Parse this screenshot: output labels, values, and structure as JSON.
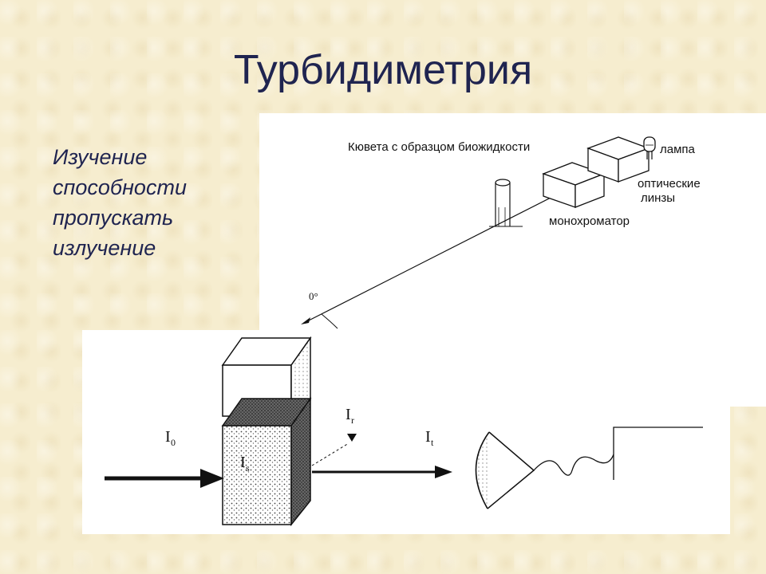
{
  "slide": {
    "title": "Турбидиметрия",
    "caption_lines": [
      "Изучение",
      "способности",
      "пропускать",
      "излучение"
    ]
  },
  "top_figure": {
    "cuvette_label": "Кювета с образцом биожидкости",
    "lamp_label": "лампа",
    "lens_label_line1": "оптические",
    "lens_label_line2": "линзы",
    "monochromator_label": "монохроматор",
    "angle_label": "0°"
  },
  "bottom_figure": {
    "incident_label": "I",
    "incident_sub": "0",
    "reflected_label": "I",
    "reflected_sub": "r",
    "transmitted_label": "I",
    "transmitted_sub": "t",
    "scattered_label": "I",
    "scattered_sub": "s"
  }
}
